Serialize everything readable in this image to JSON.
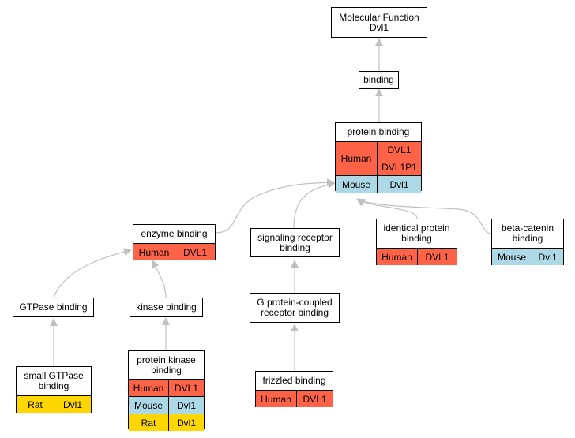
{
  "root": {
    "line1": "Molecular Function",
    "line2": "Dvl1"
  },
  "binding": "binding",
  "protein_binding": {
    "title": "protein binding",
    "human_species": "Human",
    "human_genes": [
      "DVL1",
      "DVL1P1"
    ],
    "mouse_species": "Mouse",
    "mouse_gene": "Dvl1"
  },
  "enzyme_binding": {
    "title": "enzyme binding",
    "species": "Human",
    "gene": "DVL1"
  },
  "signaling_receptor_binding": {
    "line1": "signaling receptor",
    "line2": "binding"
  },
  "identical_protein_binding": {
    "line1": "identical protein",
    "line2": "binding",
    "species": "Human",
    "gene": "DVL1"
  },
  "beta_catenin_binding": {
    "line1": "beta-catenin",
    "line2": "binding",
    "species": "Mouse",
    "gene": "Dvl1"
  },
  "gtpase_binding": "GTPase binding",
  "kinase_binding": "kinase binding",
  "gpcr_binding": {
    "line1": "G protein-coupled",
    "line2": "receptor binding"
  },
  "small_gtpase_binding": {
    "line1": "small GTPase",
    "line2": "binding",
    "species": "Rat",
    "gene": "Dvl1"
  },
  "protein_kinase_binding": {
    "line1": "protein kinase",
    "line2": "binding",
    "rows": [
      {
        "species": "Human",
        "gene": "DVL1"
      },
      {
        "species": "Mouse",
        "gene": "Dvl1"
      },
      {
        "species": "Rat",
        "gene": "Dvl1"
      }
    ]
  },
  "frizzled_binding": {
    "title": "frizzled binding",
    "species": "Human",
    "gene": "DVL1"
  },
  "colors": {
    "human": "#ff6347",
    "mouse": "#add8e6",
    "rat": "#ffd700",
    "edge": "#c0c0c0"
  }
}
